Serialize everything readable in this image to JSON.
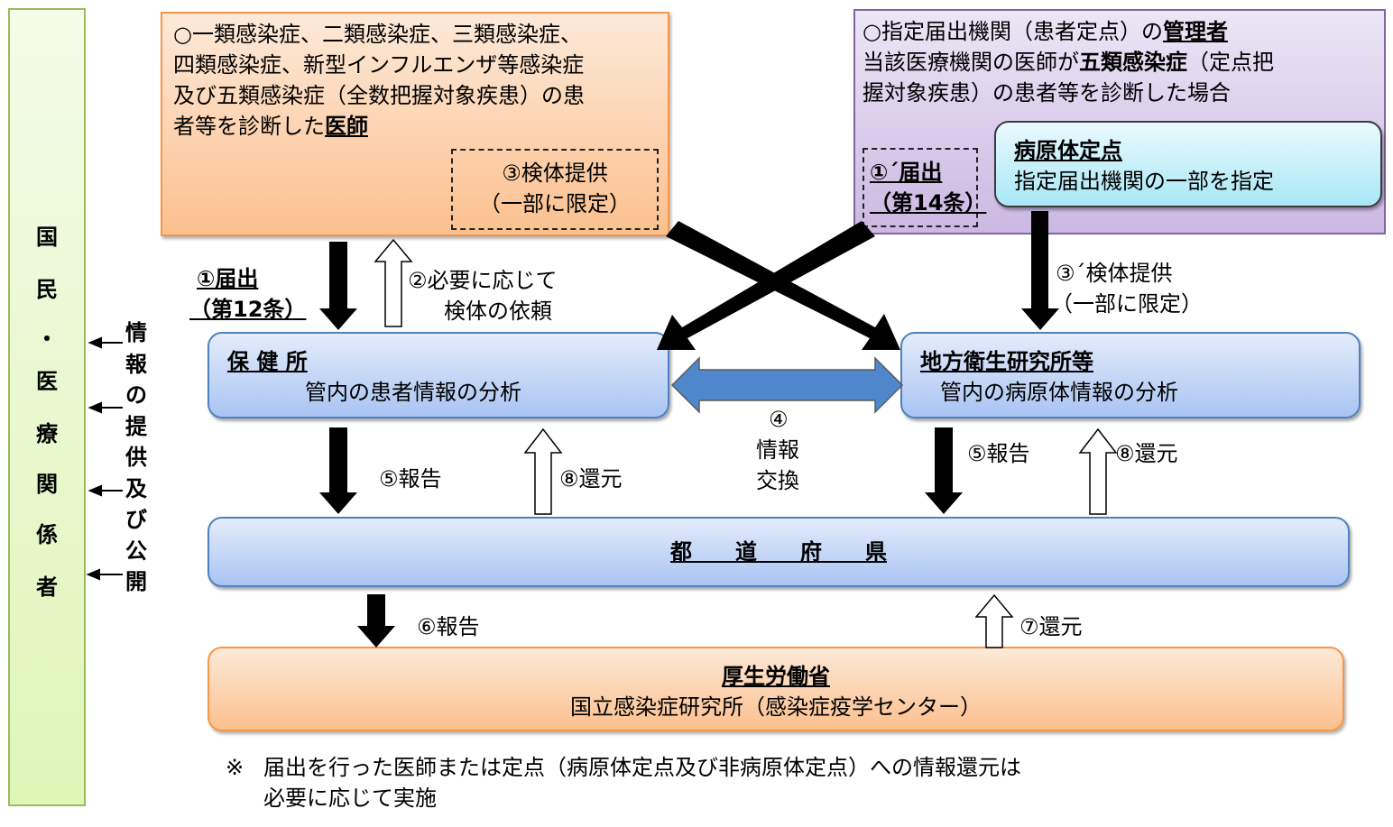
{
  "side_panel": {
    "label_chars": [
      "国",
      "民",
      "・",
      "医",
      "療",
      "関",
      "係",
      "者"
    ],
    "info_chars": [
      "情",
      "報",
      "の",
      "提",
      "供",
      "及",
      "び",
      "公",
      "開"
    ]
  },
  "doctor_box": {
    "lines": [
      "○一類感染症、二類感染症、三類感染症、",
      "四類感染症、新型インフルエンザ等感染症",
      "及び五類感染症（全数把握対象疾患）の患"
    ],
    "last_line_prefix": "者等を診断した",
    "last_line_emph": "医師",
    "specimen": {
      "line1": "③検体提供",
      "line2": "（一部に限定）"
    }
  },
  "sentinel_box": {
    "line1_prefix": "○指定届出機関（患者定点）の",
    "line1_emph": "管理者",
    "line2_a": "当該医療機関の医師が",
    "line2_b": "五類感染症",
    "line2_c": "（定点把",
    "line3": "握対象疾患）の患者等を診断した場合",
    "notify": {
      "line1": "①´届出",
      "line2": "（第14条）"
    },
    "pathogen_sentinel": {
      "title": "病原体定点",
      "desc": "指定届出機関の一部を指定"
    }
  },
  "arrow_labels": {
    "notify_12_line1": "①届出",
    "notify_12_line2": "（第12条）",
    "request_line1": "②必要に応じて",
    "request_line2": "検体の依頼",
    "specimen2_line1": "③´検体提供",
    "specimen2_line2": "（一部に限定）",
    "exchange_num": "④",
    "exchange_line1": "情報",
    "exchange_line2": "交換",
    "report5_left": "⑤報告",
    "return8_left": "⑧還元",
    "report5_right": "⑤報告",
    "return8_right": "⑧還元",
    "report6": "⑥報告",
    "return7": "⑦還元"
  },
  "health_center": {
    "title": "保 健 所",
    "desc": "管内の患者情報の分析"
  },
  "local_institute": {
    "title": "地方衛生研究所等",
    "desc": "管内の病原体情報の分析"
  },
  "prefecture": {
    "title": "都　　道　　府　　県"
  },
  "ministry": {
    "title": "厚生労働省",
    "desc": "国立感染症研究所（感染症疫学センター）"
  },
  "footnote": {
    "mark": "※",
    "line1": "届出を行った医師または定点（病原体定点及び非病原体定点）への情報還元は",
    "line2": "必要に応じて実施"
  }
}
